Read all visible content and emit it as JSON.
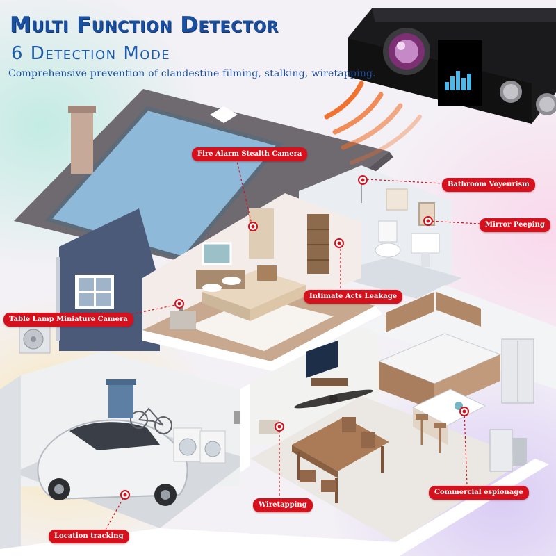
{
  "heading": {
    "title": "Multi Function Detector",
    "subtitle": "6 Detection Mode",
    "tagline": "Comprehensive prevention of clandestine filming, stalking, wiretapping."
  },
  "callouts": [
    {
      "id": "fire-alarm",
      "label": "Fire Alarm Stealth Camera"
    },
    {
      "id": "bathroom",
      "label": "Bathroom Voyeurism"
    },
    {
      "id": "mirror",
      "label": "Mirror Peeping"
    },
    {
      "id": "intimate",
      "label": "Intimate Acts Leakage"
    },
    {
      "id": "table-lamp",
      "label": "Table Lamp Miniature Camera"
    },
    {
      "id": "wiretapping",
      "label": "Wiretapping"
    },
    {
      "id": "commercial",
      "label": "Commercial espionage"
    },
    {
      "id": "location",
      "label": "Location tracking"
    }
  ],
  "colors": {
    "accent": "#d4111c",
    "heading": "#1b4fa0",
    "device_body": "#1a1a1c",
    "signal_wave": "#f06a24"
  },
  "icons": [
    "camera-lens-icon",
    "signal-wave-icon",
    "signal-bars-icon",
    "button-knob-icon",
    "location-pin-icon"
  ]
}
